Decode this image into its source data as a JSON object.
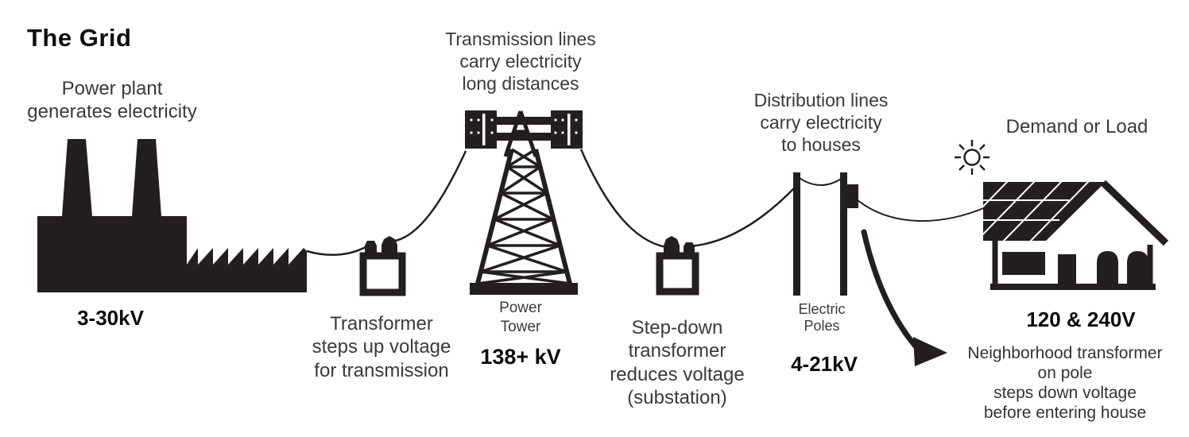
{
  "title": "The Grid",
  "colors": {
    "ink": "#231f20",
    "text": "#3a3a3a",
    "background": "#ffffff"
  },
  "stages": {
    "power_plant": {
      "label": "Power plant\ngenerates electricity",
      "voltage": "3-30kV"
    },
    "step_up": {
      "label": "Transformer\nsteps up voltage\nfor transmission"
    },
    "transmission": {
      "label": "Transmission lines\ncarry electricity\nlong distances",
      "tower": "Power\nTower",
      "voltage": "138+ kV"
    },
    "step_down": {
      "label": "Step-down\ntransformer\nreduces voltage\n(substation)"
    },
    "distribution": {
      "label": "Distribution lines\ncarry electricity\nto houses",
      "poles": "Electric\nPoles",
      "voltage": "4-21kV"
    },
    "demand": {
      "label": "Demand or Load",
      "voltage": "120 & 240V"
    },
    "neighborhood": {
      "note": "Neighborhood transformer\non pole\nsteps down voltage\nbefore entering house"
    }
  }
}
